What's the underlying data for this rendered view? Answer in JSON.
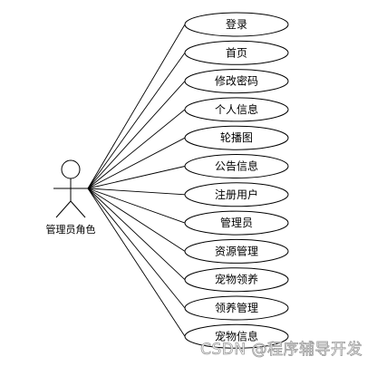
{
  "diagram": {
    "type": "use-case",
    "actor": {
      "label": "管理员角色"
    },
    "use_cases": [
      "登录",
      "首页",
      "修改密码",
      "个人信息",
      "轮播图",
      "公告信息",
      "注册用户",
      "管理员",
      "资源管理",
      "宠物领养",
      "领养管理",
      "宠物信息"
    ],
    "colors": {
      "ellipse_fill": "#ffffff",
      "stroke": "#000000"
    }
  },
  "watermark": "CSDN @程序辅导开发"
}
